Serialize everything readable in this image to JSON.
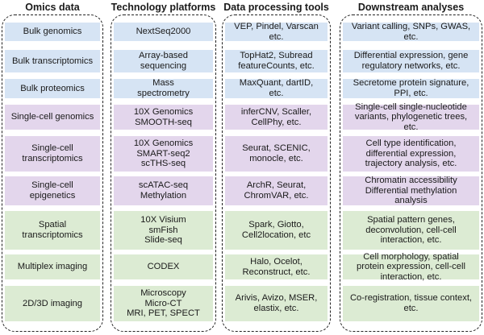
{
  "colors": {
    "bulk": "#d6e4f4",
    "single_cell": "#e3d6ec",
    "spatial": "#dcebd3"
  },
  "columns": [
    {
      "title": "Omics data",
      "cells": [
        {
          "text": "Bulk genomics",
          "group": "bulk"
        },
        {
          "text": "Bulk transcriptomics",
          "group": "bulk"
        },
        {
          "text": "Bulk proteomics",
          "group": "bulk"
        },
        {
          "text": "Single-cell genomics",
          "group": "single_cell"
        },
        {
          "text": "Single-cell\ntranscriptomics",
          "group": "single_cell"
        },
        {
          "text": "Single-cell\nepigenetics",
          "group": "single_cell"
        },
        {
          "text": "Spatial\ntranscriptomics",
          "group": "spatial"
        },
        {
          "text": "Multiplex imaging",
          "group": "spatial"
        },
        {
          "text": "2D/3D imaging",
          "group": "spatial"
        }
      ]
    },
    {
      "title": "Technology platforms",
      "cells": [
        {
          "text": "NextSeq2000",
          "group": "bulk"
        },
        {
          "text": "Array-based\nsequencing",
          "group": "bulk"
        },
        {
          "text": "Mass\nspectrometry",
          "group": "bulk"
        },
        {
          "text": "10X Genomics\nSMOOTH-seq",
          "group": "single_cell"
        },
        {
          "text": "10X Genomics\nSMART-seq2\nscTHS-seq",
          "group": "single_cell"
        },
        {
          "text": "scATAC-seq\nMethylation",
          "group": "single_cell"
        },
        {
          "text": "10X Visium\nsmFish\nSlide-seq",
          "group": "spatial"
        },
        {
          "text": "CODEX",
          "group": "spatial"
        },
        {
          "text": "Microscopy\nMicro-CT\nMRI, PET, SPECT",
          "group": "spatial"
        }
      ]
    },
    {
      "title": "Data processing tools",
      "cells": [
        {
          "text": "VEP, Pindel, Varscan\netc.",
          "group": "bulk"
        },
        {
          "text": "TopHat2, Subread\nfeatureCounts, etc.",
          "group": "bulk"
        },
        {
          "text": "MaxQuant, dartID,\netc.",
          "group": "bulk"
        },
        {
          "text": "inferCNV, Scaller,\nCellPhy, etc.",
          "group": "single_cell"
        },
        {
          "text": "Seurat, SCENIC,\nmonocle, etc.",
          "group": "single_cell"
        },
        {
          "text": "ArchR, Seurat,\nChromVAR, etc.",
          "group": "single_cell"
        },
        {
          "text": "Spark, Giotto,\nCell2location, etc",
          "group": "spatial"
        },
        {
          "text": "Halo, Ocelot,\nReconstruct, etc.",
          "group": "spatial"
        },
        {
          "text": "Arivis, Avizo, MSER,\nelastix, etc.",
          "group": "spatial"
        }
      ]
    },
    {
      "title": "Downstream analyses",
      "cells": [
        {
          "text": "Variant calling, SNPs, GWAS,\netc.",
          "group": "bulk"
        },
        {
          "text": "Differential expression, gene\nregulatory networks, etc.",
          "group": "bulk"
        },
        {
          "text": "Secretome protein signature,\nPPI, etc.",
          "group": "bulk"
        },
        {
          "text": "Single-cell single-nucleotide\nvariants, phylogenetic trees,\netc.",
          "group": "single_cell"
        },
        {
          "text": "Cell type identification,\ndifferential expression,\ntrajectory analysis, etc.",
          "group": "single_cell"
        },
        {
          "text": "Chromatin accessibility\nDifferential methylation\nanalysis",
          "group": "single_cell"
        },
        {
          "text": "Spatial pattern genes,\ndeconvolution, cell-cell\ninteraction, etc.",
          "group": "spatial"
        },
        {
          "text": "Cell morphology, spatial\nprotein expression, cell-cell\ninteraction, etc.",
          "group": "spatial"
        },
        {
          "text": "Co-registration, tissue context,\netc.",
          "group": "spatial"
        }
      ]
    }
  ]
}
